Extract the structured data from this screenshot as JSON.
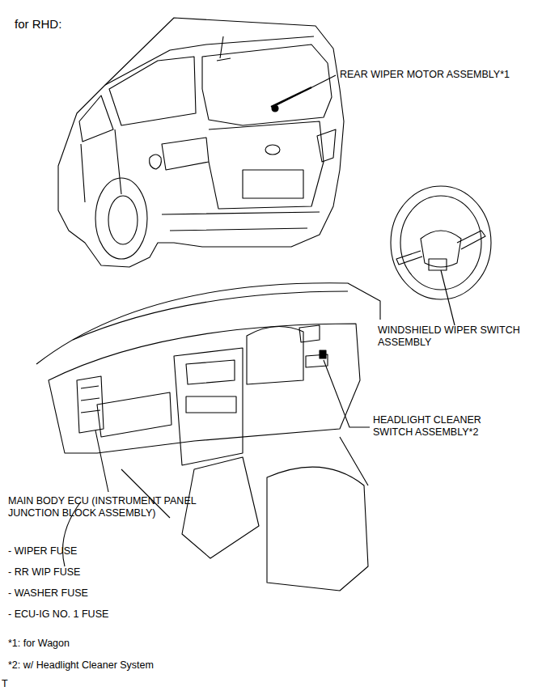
{
  "diagram": {
    "title": "for RHD:",
    "labels": [
      "REAR WIPER MOTOR ASSEMBLY*1",
      "WINDSHIELD WIPER SWITCH ASSEMBLY",
      "HEADLIGHT CLEANER SWITCH ASSEMBLY*2",
      "MAIN BODY ECU (INSTRUMENT PANEL JUNCTION BLOCK ASSEMBLY)",
      "- WIPER FUSE",
      "- RR WIP FUSE",
      "- WASHER FUSE",
      "- ECU-IG NO. 1 FUSE",
      "*1: for Wagon",
      "*2: w/ Headlight Cleaner System",
      "T"
    ]
  }
}
